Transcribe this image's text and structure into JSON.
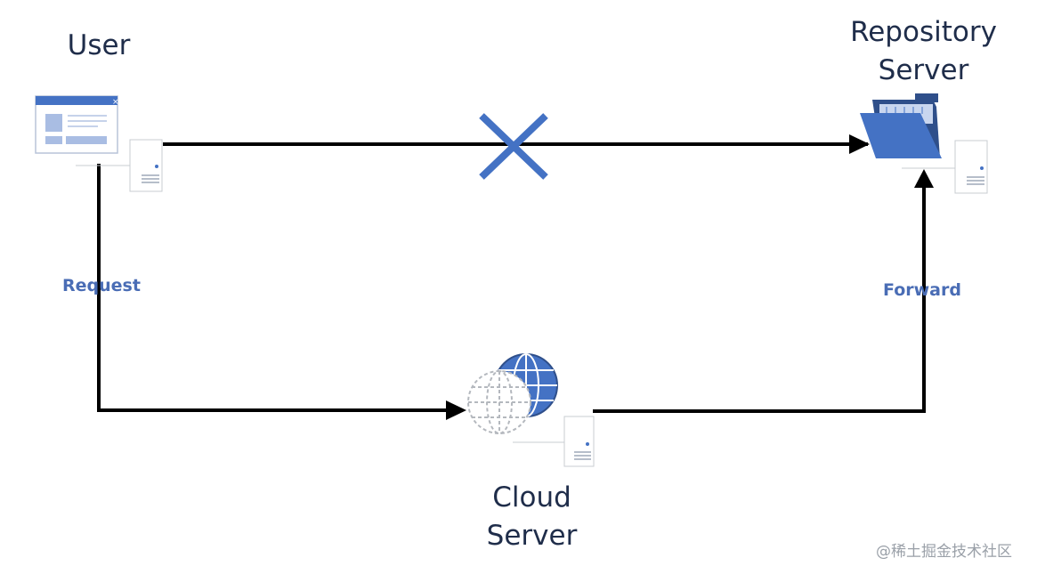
{
  "nodes": {
    "user": {
      "label": "User"
    },
    "repository": {
      "label_line1": "Repository",
      "label_line2": "Server"
    },
    "cloud": {
      "label_line1": "Cloud",
      "label_line2": "Server"
    }
  },
  "edges": {
    "request": "Request",
    "forward": "Forward"
  },
  "watermark": "@稀土掘金技术社区",
  "colors": {
    "line": "#000000",
    "accent": "#4472c4",
    "label": "#1f2d4a",
    "edge_label": "#4a6db5"
  }
}
